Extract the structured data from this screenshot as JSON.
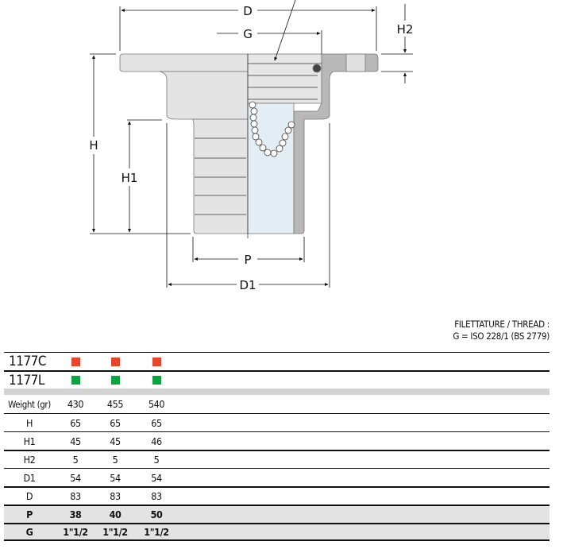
{
  "drawing": {
    "labels": {
      "D": "D",
      "G": "G",
      "H2": "H2",
      "H": "H",
      "H1": "H1",
      "P": "P",
      "D1": "D1"
    }
  },
  "thread_note": {
    "line1": "FILETTATURE / THREAD :",
    "line2": "G = ISO 228/1 (BS 2779)"
  },
  "colors": {
    "red": "#e8452e",
    "green": "#0aa53f",
    "gray_row": "#e3e3e3"
  },
  "models": [
    {
      "code": "1177C",
      "color": "red",
      "availability": [
        "red-square",
        "red-square",
        "red-square"
      ]
    },
    {
      "code": "1177L",
      "color": "green",
      "availability": [
        "green-square",
        "green-square",
        "green-square"
      ]
    }
  ],
  "table": {
    "rows": [
      {
        "label": "Weight (gr)",
        "values": [
          "430",
          "455",
          "540"
        ]
      },
      {
        "label": "H",
        "values": [
          "65",
          "65",
          "65"
        ]
      },
      {
        "label": "H1",
        "values": [
          "45",
          "45",
          "46"
        ]
      },
      {
        "label": "H2",
        "values": [
          "5",
          "5",
          "5"
        ]
      },
      {
        "label": "D1",
        "values": [
          "54",
          "54",
          "54"
        ]
      },
      {
        "label": "D",
        "values": [
          "83",
          "83",
          "83"
        ]
      },
      {
        "label": "P",
        "values": [
          "38",
          "40",
          "50"
        ]
      },
      {
        "label": "G",
        "values": [
          "1\"1/2",
          "1\"1/2",
          "1\"1/2"
        ]
      }
    ]
  }
}
